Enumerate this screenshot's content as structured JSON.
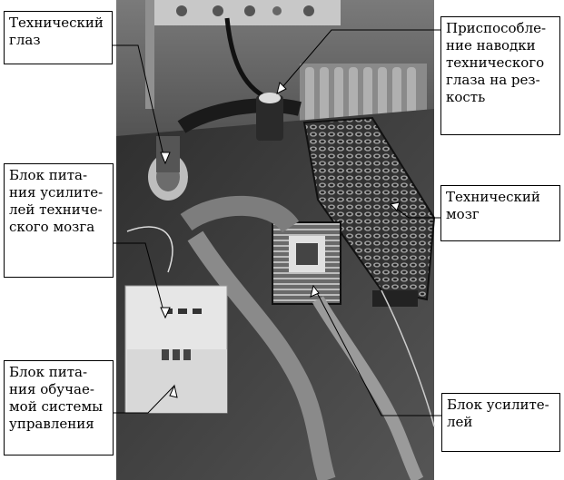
{
  "labels": {
    "technical_eye": "Технический\nглаз",
    "focus_device": "Приспособле-\nние наводки\nтехнического\nглаза на рез-\nкость",
    "psu_amplifiers": "Блок пита-\nния усилите-\nлей техниче-\nского мозга",
    "technical_brain": "Технический\nмозг",
    "psu_control": "Блок пита-\nния обучае-\nмой системы\nуправления",
    "amplifier_block": "Блок усилите-\nлей"
  }
}
